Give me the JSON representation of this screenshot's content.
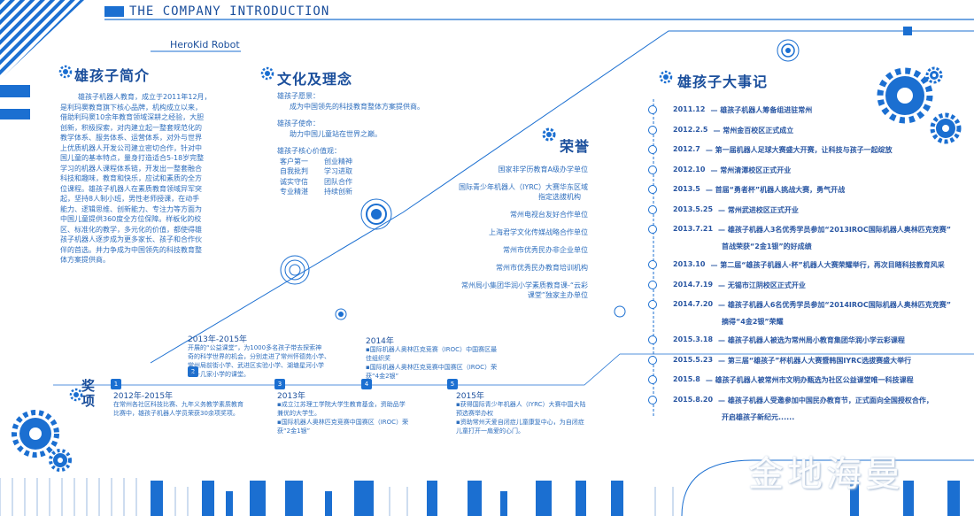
{
  "header": {
    "title": "THE COMPANY INTRODUCTION",
    "brand": "HeroKid Robot"
  },
  "intro": {
    "title": "雄孩子简介",
    "lines": [
      "雄孩子机器人教育，成立于2011年12月，",
      "是利玛窦教育旗下核心品牌，机构成立以来，",
      "借助利玛窦10余年教育领域深耕之经验，大胆",
      "创新，积极探索，对内建立起一整套规范化的",
      "教学体系、服务体系、运营体系，对外与世界",
      "上优质机器人开发公司建立密切合作，针对中",
      "国儿童的基本特点，量身打造适合5-18岁完整",
      "学习的机器人课程体系链，开发出一整套融合",
      "科技和趣味，教育和快乐，应试和素质的全方",
      "位课程。雄孩子机器人在素质教育领域异军突",
      "起，坚持8人制小班，男性老师授课，在动手",
      "能力、逻辑思维、创新能力、专注力等方面为",
      "中国儿童提供360度全方位保障。样板化的校",
      "区、标准化的教学，多元化的价值，都使得雄",
      "孩子机器人逐步成为更多家长、孩子和合作伙",
      "伴的首选。并力争成为中国领先的科技教育整",
      "体方案提供商。"
    ]
  },
  "culture": {
    "title": "文化及理念",
    "vision_label": "雄孩子愿景：",
    "vision": "成为中国领先的科技教育整体方案提供商。",
    "mission_label": "雄孩子使命：",
    "mission": "助力中国儿童站在世界之巅。",
    "values_label": "雄孩子核心价值观：",
    "values": [
      [
        "客户第一",
        "创业精神"
      ],
      [
        "自我批判",
        "学习进取"
      ],
      [
        "诚实守信",
        "团队合作"
      ],
      [
        "专业精湛",
        "持续创新"
      ]
    ]
  },
  "honors": {
    "title": "荣誉",
    "items": [
      [
        "国家非学历教育A级办学单位"
      ],
      [
        "国际青少年机器人（IYRC）大赛华东区域",
        "指定选拔机构"
      ],
      [
        "常州电视台友好合作单位"
      ],
      [
        "上海君学文化传媒战略合作单位"
      ],
      [
        "常州市优秀民办非企业单位"
      ],
      [
        "常州市优秀民办教育培训机构"
      ],
      [
        "常州局小集团华润小学素质教育课-“云彩",
        "课堂”独家主办单位"
      ]
    ]
  },
  "events": {
    "title": "雄孩子大事记",
    "items": [
      {
        "date": "2011.12",
        "text": "雄孩子机器人筹备组进驻常州"
      },
      {
        "date": "2012.2.5",
        "text": "常州金百校区正式成立"
      },
      {
        "date": "2012.7",
        "text": "第一届机器人足球大赛盛大开赛，让科技与孩子一起绽放"
      },
      {
        "date": "2012.10",
        "text": "常州清潭校区正式开业"
      },
      {
        "date": "2013.5",
        "text": "首届“勇者杯”机器人挑战大赛，勇气开战"
      },
      {
        "date": "2013.5.25",
        "text": "常州武进校区正式开业"
      },
      {
        "date": "2013.7.21",
        "text": "雄孩子机器人3名优秀学员参加“2013IROC国际机器人奥林匹克竞赛”",
        "sub": "首战荣获“2金1银”的好成绩"
      },
      {
        "date": "2013.10",
        "text": "第二届“雄孩子机器人·杯”机器人大赛荣耀举行，再次目睹科技教育风采"
      },
      {
        "date": "2014.7.19",
        "text": "无锡市江阴校区正式开业"
      },
      {
        "date": "2014.7.20",
        "text": "雄孩子机器人6名优秀学员参加“2014IROC国际机器人奥林匹克竞赛”",
        "sub": "摘得“4金2银”荣耀"
      },
      {
        "date": "2015.3.18",
        "text": "雄孩子机器人被选为常州局小教育集团华润小学云彩课程"
      },
      {
        "date": "2015.5.23",
        "text": "第三届“雄孩子”杯机器人大赛暨韩国IYRC选拔赛盛大举行"
      },
      {
        "date": "2015.8",
        "text": "雄孩子机器人被常州市文明办甄选为社区公益课堂唯一科技课程"
      },
      {
        "date": "2015.8.20",
        "text": "雄孩子机器人受邀参加中国民办教育节，正式面向全国授权合作，",
        "sub": "开启雄孩子新纪元......"
      }
    ]
  },
  "awards": {
    "title": "奖项",
    "items": [
      {
        "num": "1",
        "year": "2012年-2015年",
        "lines": [
          "在常州各社区科技比赛、九年义务教学素质教育",
          "比赛中，雄孩子机器人学员荣获30余项奖项。"
        ]
      },
      {
        "num": "2",
        "year": "2013年-2015年",
        "lines": [
          "开展的“公益课堂”，为1000多名孩子带去探索神",
          "奇的科学世界的机会，分别走进了常州怀德苑小学、",
          "常州局前街小学、武进区实验小学、湖塘星河小学",
          "等十几家小学的课堂。"
        ]
      },
      {
        "num": "3",
        "year": "2013年",
        "lines": [
          "▪成立江苏理工学院大学生教育基金，资助品学",
          " 兼优的大学生。",
          "▪国际机器人奥林匹克竞赛中国赛区（IROC）荣",
          " 获“2金1银”"
        ]
      },
      {
        "num": "4",
        "year": "2014年",
        "lines": [
          "▪国际机器人奥林匹克竞赛（IROC）中国赛区最",
          " 佳组织奖",
          "▪国际机器人奥林匹克竞赛中国赛区（IROC）荣",
          " 获“4金2银”"
        ]
      },
      {
        "num": "5",
        "year": "2015年",
        "lines": [
          "▪获得国际青少年机器人（IYRC）大赛中国大陆",
          " 预选赛举办权",
          "▪资助常州天爱自闭症儿童康复中心，为自闭症",
          " 儿童打开一扇爱的心门。"
        ]
      }
    ]
  },
  "watermark": "金地海曼"
}
